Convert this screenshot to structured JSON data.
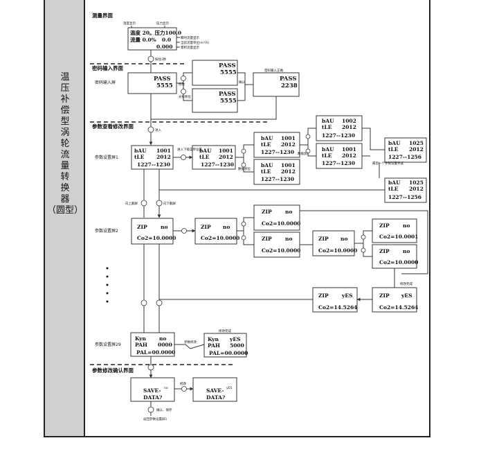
{
  "side_title": "温\n压\n补\n偿\n型\n涡\n轮\n流\n量\n转\n换\n器\n（圆型）",
  "sections": {
    "measure": "测量界面",
    "password": "密码输入界面",
    "param_view": "参数查看修改界面",
    "confirm": "参数修改确认界面"
  },
  "measure": {
    "temp_ann": "温度显示",
    "press_ann": "压力显示",
    "row1": "温度 20。压力100.0",
    "row2": "流量 0.0%",
    "row2b": "0.0",
    "row3": "0.000",
    "inst_ann": "瞬时流量显示",
    "unit_ann": "当前流量单位(m³/h)",
    "total_ann": "累积流量显示",
    "btn_note": "按住3秒"
  },
  "password": {
    "screen_label": "密码输入屏",
    "box1_title": "PASS",
    "box1_val": "5555",
    "box2_title": "PASS",
    "box2_val": "5555",
    "box3_title": "PASS",
    "box3_val": "5555",
    "box4_title": "PASS",
    "box4_val": "2238",
    "digit_note": "修改",
    "shift_note": "光标移位",
    "confirm_note": "确认",
    "pwd_ann": "密码输入正确"
  },
  "param1": {
    "screen_label": "参数设置屏1",
    "enter_note": "进入",
    "move_note": "进入下级菜单设置",
    "b1_l1": "bAU",
    "b1_v1": "1001",
    "b1_l2": "tLE",
    "b1_v2": "2012",
    "b1_l3": "1227--1230",
    "b2_l1": "bAU",
    "b2_v1": "1001",
    "b2_l2": "tLE",
    "b2_v2": "2012",
    "b2_l3": "1227--1230",
    "b3_l1": "bAU",
    "b3_v1": "1001",
    "b3_l2": "tLE",
    "b3_v2": "2012",
    "b3_l3": "1227--1230",
    "b4_l1": "bAU",
    "b4_v1": "1001",
    "b4_l2": "tLE",
    "b4_v2": "2012",
    "b4_l3": "1227--1230",
    "b5_l1": "bAU",
    "b5_v1": "1002",
    "b5_l2": "tLE",
    "b5_v2": "2012",
    "b5_l3": "1227--1230",
    "b6_l1": "bAU",
    "b6_v1": "1001",
    "b6_l2": "tLE",
    "b6_v2": "2012",
    "b6_l3": "1227--1230",
    "b7_l1": "bAU",
    "b7_v1": "1025",
    "b7_l2": "tLE",
    "b7_v2": "2012",
    "b7_l3": "1227--1256",
    "b8_l1": "bAU",
    "b8_v1": "1025",
    "b8_l2": "tLE",
    "b8_v2": "2012",
    "b8_l3": "1227--1256",
    "done_ann": "修改完成",
    "set_ann": "最后一个参数设置完成",
    "shift_ann": "数据移位",
    "inc_ann": "数据加1"
  },
  "param2": {
    "screen_label": "参数设置屏2",
    "up_note": "向上翻屏",
    "down_note": "向下翻屏",
    "z1_l1": "ZIP",
    "z1_v1": "no",
    "z1_l2": "Co2=10.0000",
    "z2_l1": "ZIP",
    "z2_v1": "no",
    "z2_l2": "Co2=10.0000",
    "z3_l1": "ZIP",
    "z3_v1": "no",
    "z3_l2": "Co2=10.0000",
    "z4_l1": "ZIP",
    "z4_v1": "no",
    "z4_l2": "Co2=10.0000",
    "z5_l1": "ZIP",
    "z5_v1": "no",
    "z5_l2": "Co2=10.0000",
    "z6_l1": "ZIP",
    "z6_v1": "no",
    "z6_l2": "Co2=10.0001",
    "z7_l1": "ZIP",
    "z7_v1": "no",
    "z7_l2": "Co2=10.0000",
    "z8_l1": "ZIP",
    "z8_v1": "yES",
    "z8_l2": "Co2=14.5264",
    "z9_l1": "ZIP",
    "z9_v1": "yES",
    "z9_l2": "Co2=14.5264",
    "done_ann": "修改完成"
  },
  "param29": {
    "screen_label": "参数设置屏29",
    "k1_l1": "Kyn",
    "k1_v1": "no",
    "k1_l2": "PAH",
    "k1_v2": "0000",
    "k1_l3": "PAL=00.0000",
    "k2_l1": "Kyn",
    "k2_v1": "yES",
    "k2_l2": "PAH",
    "k2_v2": "5000",
    "k2_l3": "PAL=00.0000",
    "done_ann": "修改完成",
    "mod_note": "参数修改"
  },
  "confirm": {
    "s1_l1": "SAVE-",
    "s1_v1": "no",
    "s1_l2": "DATA?",
    "s2_l1": "SAVE-",
    "s2_v1": "yES",
    "s2_l2": "DATA?",
    "mod_note": "修改",
    "back_note": "返回参数设置屏1",
    "confirm_note": "确认、保存"
  },
  "colors": {
    "panel": "#d0d0d0",
    "line": "#333333"
  }
}
